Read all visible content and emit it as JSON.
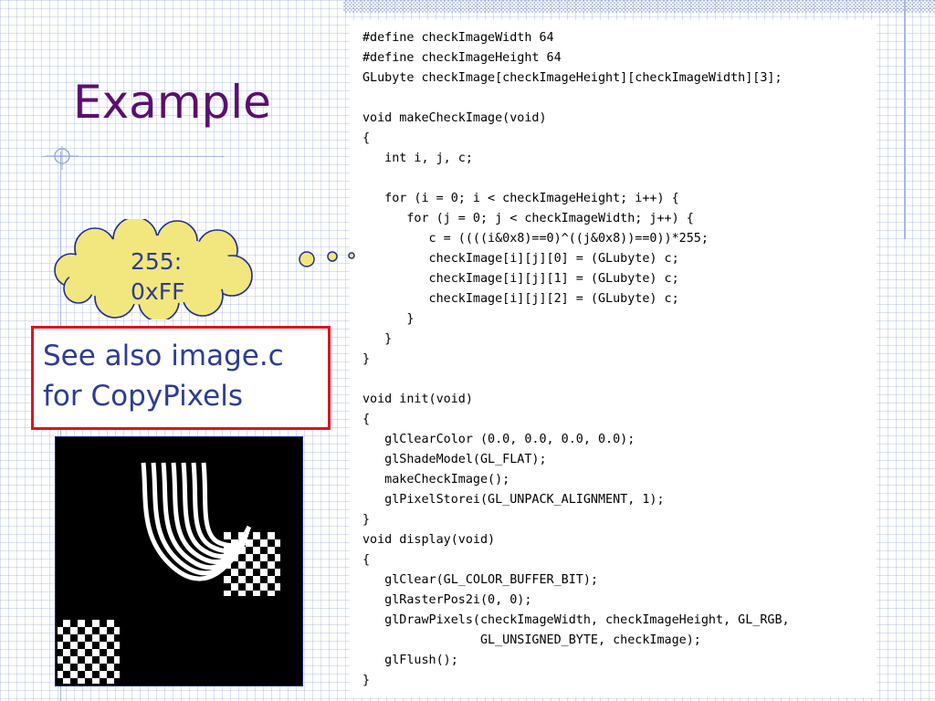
{
  "slide": {
    "title": "Example",
    "cloud": {
      "line1": "255:",
      "line2": "0xFF"
    },
    "note": {
      "line1": "See also image.c",
      "line2": "for CopyPixels"
    },
    "code_lines": [
      "#define checkImageWidth 64",
      "#define checkImageHeight 64",
      "GLubyte checkImage[checkImageHeight][checkImageWidth][3];",
      "",
      "void makeCheckImage(void)",
      "{",
      "   int i, j, c;",
      "",
      "   for (i = 0; i < checkImageHeight; i++) {",
      "      for (j = 0; j < checkImageWidth; j++) {",
      "         c = ((((i&0x8)==0)^((j&0x8))==0))*255;",
      "         checkImage[i][j][0] = (GLubyte) c;",
      "         checkImage[i][j][1] = (GLubyte) c;",
      "         checkImage[i][j][2] = (GLubyte) c;",
      "      }",
      "   }",
      "}",
      "",
      "void init(void)",
      "{",
      "   glClearColor (0.0, 0.0, 0.0, 0.0);",
      "   glShadeModel(GL_FLAT);",
      "   makeCheckImage();",
      "   glPixelStorei(GL_UNPACK_ALIGNMENT, 1);",
      "}",
      "void display(void)",
      "{",
      "   glClear(GL_COLOR_BUFFER_BIT);",
      "   glRasterPos2i(0, 0);",
      "   glDrawPixels(checkImageWidth, checkImageHeight, GL_RGB,",
      "                GL_UNSIGNED_BYTE, checkImage);",
      "   glFlush();",
      "}"
    ]
  },
  "colors": {
    "title": "#5b0f6e",
    "body_text": "#2c3d93",
    "note_border": "#e0131f",
    "cloud_fill": "#f2e67e",
    "cloud_outline": "#1d2f8f",
    "grid": "#96aad7"
  },
  "icons": {
    "crosshair": "crosshair-icon",
    "thought_cloud": "thought-cloud-icon",
    "render_output": "checkerboard-render-image"
  }
}
